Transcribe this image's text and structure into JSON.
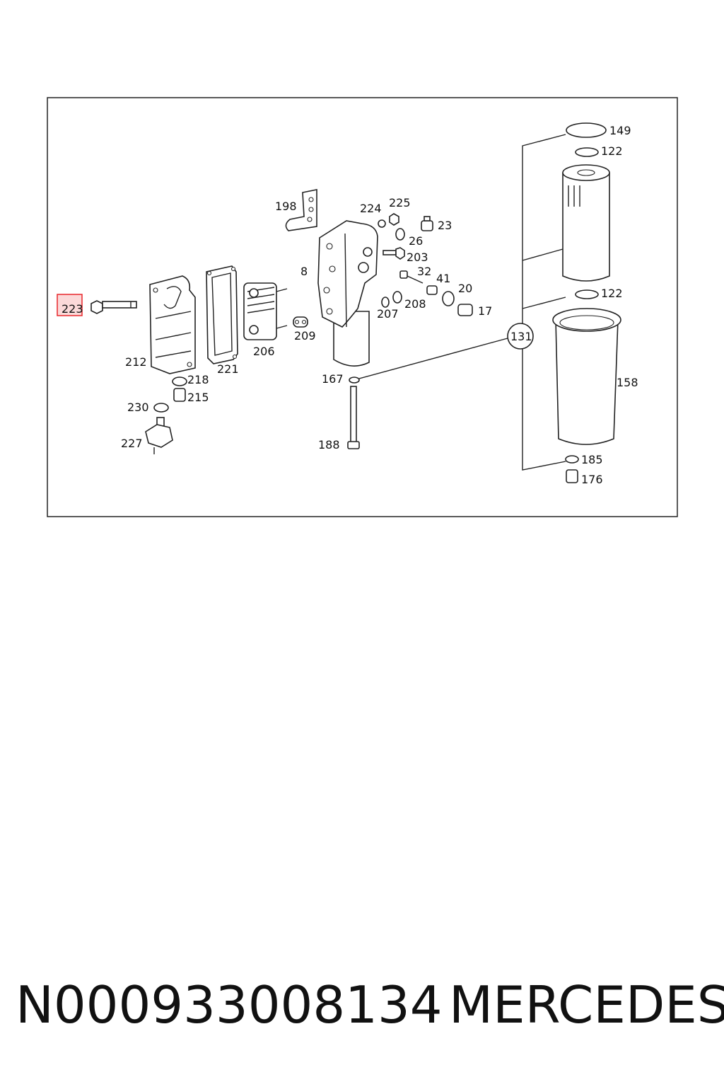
{
  "highlight": {
    "label": "223",
    "color": "#e8262a",
    "fill": "#fbd9d9"
  },
  "callouts": {
    "c149": "149",
    "c122a": "122",
    "c122b": "122",
    "c198": "198",
    "c224": "224",
    "c225": "225",
    "c23": "23",
    "c26": "26",
    "c203": "203",
    "c8": "8",
    "c32": "32",
    "c41": "41",
    "c20": "20",
    "c17": "17",
    "c207": "207",
    "c208": "208",
    "c209": "209",
    "c206": "206",
    "c212": "212",
    "c221": "221",
    "c218": "218",
    "c215": "215",
    "c230": "230",
    "c227": "227",
    "c167": "167",
    "c188": "188",
    "c131": "131",
    "c158": "158",
    "c185": "185",
    "c176": "176"
  },
  "caption": {
    "part_number": "N000933008134",
    "brand": "MERCEDES"
  }
}
